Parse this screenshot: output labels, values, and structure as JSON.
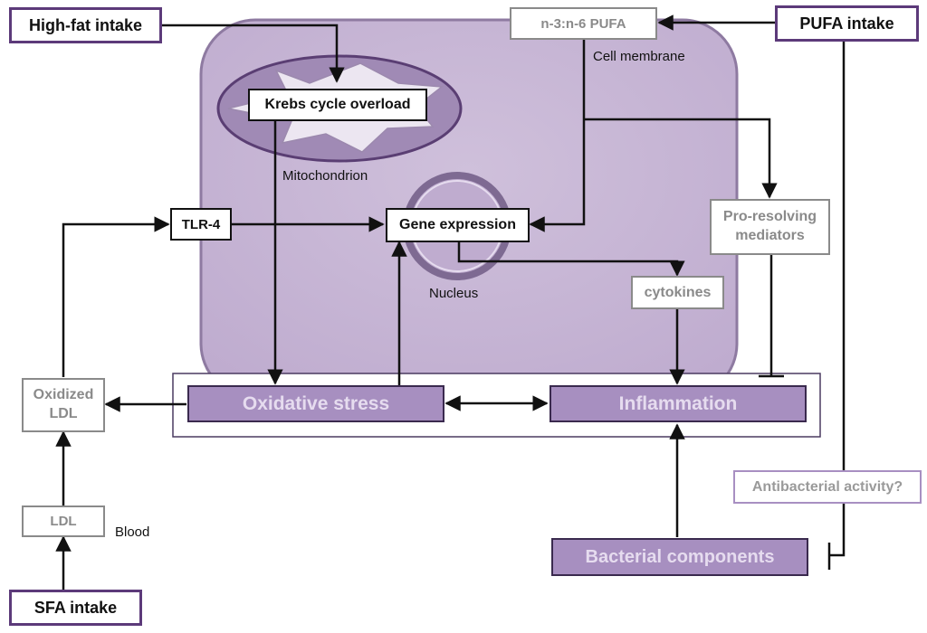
{
  "nodes": {
    "high_fat_intake": "High-fat intake",
    "pufa_intake": "PUFA intake",
    "n3_n6_pufa": "n-3:n-6 PUFA",
    "krebs_cycle_overload": "Krebs cycle overload",
    "tlr4": "TLR-4",
    "gene_expression": "Gene expression",
    "pro_resolving_mediators_line1": "Pro-resolving",
    "pro_resolving_mediators_line2": "mediators",
    "cytokines": "cytokines",
    "oxidized_ldl_line1": "Oxidized",
    "oxidized_ldl_line2": "LDL",
    "ldl": "LDL",
    "sfa_intake": "SFA intake",
    "oxidative_stress": "Oxidative stress",
    "inflammation": "Inflammation",
    "antibacterial_activity": "Antibacterial activity?",
    "bacterial_components": "Bacterial components"
  },
  "labels": {
    "cell_membrane": "Cell membrane",
    "mitochondrion": "Mitochondrion",
    "nucleus": "Nucleus",
    "blood": "Blood"
  },
  "colors": {
    "cell_fill": "#c9b8d6",
    "accent_purple": "#5c3a7a",
    "box_fill_purple": "#a78fc0",
    "grey_text": "#8a8a8a"
  }
}
